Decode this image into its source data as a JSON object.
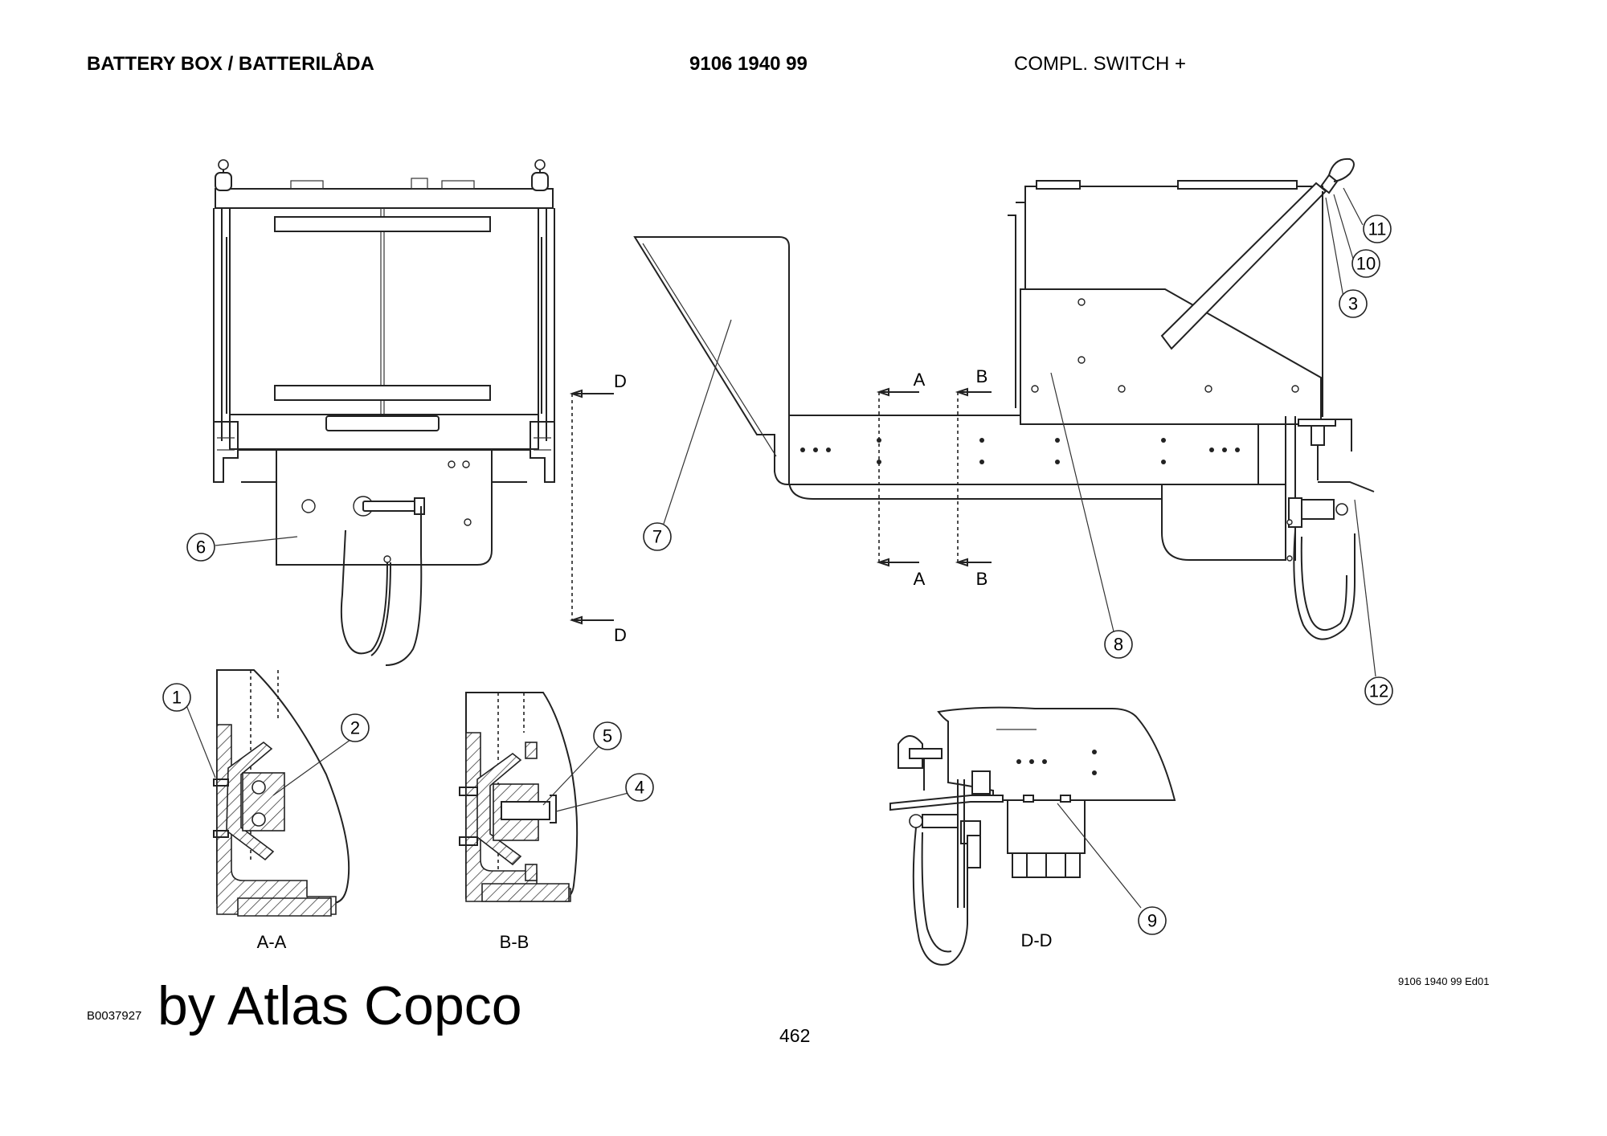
{
  "header": {
    "title": "BATTERY BOX / BATTERILÅDA",
    "part_number": "9106 1940 99",
    "description": "COMPL. SWITCH +"
  },
  "callouts": [
    "1",
    "2",
    "3",
    "4",
    "5",
    "6",
    "7",
    "8",
    "9",
    "10",
    "11",
    "12"
  ],
  "section_marks": {
    "a": "A",
    "b": "B",
    "d": "D"
  },
  "section_labels": {
    "aa": "A-A",
    "bb": "B-B",
    "dd": "D-D"
  },
  "footer": {
    "drawing_ref": "9106 1940 99 Ed01",
    "image_code": "B0037927",
    "brand": "by Atlas Copco",
    "page": "462"
  }
}
